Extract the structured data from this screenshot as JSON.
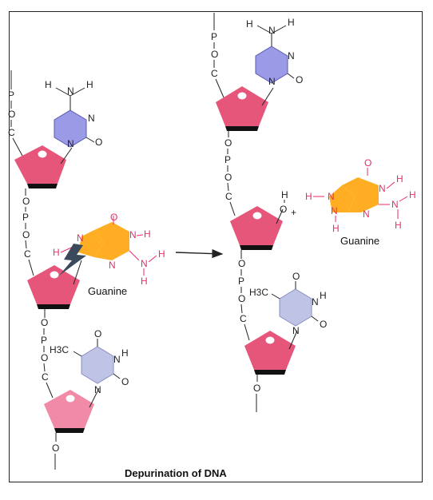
{
  "caption": "Depurination of DNA",
  "colors": {
    "sugar": "#e6557a",
    "sugar_light": "#f08aa6",
    "cytosine": "#9a9ae6",
    "guanine": "#ffae23",
    "thymine": "#bfc3e6",
    "atom_highlight": "#ee2a6a",
    "bond": "#222222",
    "damage": "#3a4a5c"
  },
  "left_strand": {
    "backbone_top": [
      "P",
      "O",
      "C"
    ],
    "cytosine": {
      "amine_h1": "H",
      "amine_n": "N",
      "amine_h2": "H",
      "ring_n": "N",
      "ring_n1": "N",
      "carbonyl_o": "O"
    },
    "linker1": [
      "O",
      "P",
      "O",
      "C"
    ],
    "guanine": {
      "label": "Guanine",
      "n7": "N",
      "h8": "H",
      "o6": "O",
      "n1": "N",
      "h1": "H",
      "n3": "N",
      "n_amine": "N",
      "h_amine1": "H",
      "h_amine2": "H"
    },
    "linker2": [
      "O",
      "P",
      "O",
      "C"
    ],
    "thymine": {
      "methyl": "H3C",
      "o4": "O",
      "n3": "N",
      "h3": "H",
      "n1": "N",
      "o2": "O"
    },
    "terminal_o": "O"
  },
  "right_strand": {
    "backbone_top": [
      "P",
      "O",
      "C"
    ],
    "cytosine": {
      "amine_h1": "H",
      "amine_n": "N",
      "amine_h2": "H",
      "ring_n": "N",
      "ring_n1": "N",
      "carbonyl_o": "O"
    },
    "linker1": [
      "O",
      "P",
      "O",
      "C"
    ],
    "abasic": {
      "h": "H",
      "o": "O",
      "plus": "+"
    },
    "linker2": [
      "O",
      "P",
      "O",
      "C"
    ],
    "thymine": {
      "methyl": "H3C",
      "o4": "O",
      "n3": "N",
      "h3": "H",
      "n1": "N",
      "o2": "O"
    },
    "terminal_o": "O"
  },
  "free_guanine": {
    "label": "Guanine",
    "h9": "H",
    "n9": "N",
    "n7": "N",
    "h8": "H",
    "o6": "O",
    "n1": "N",
    "h1": "H",
    "n3": "N",
    "n_amine": "N",
    "h_amine1": "H",
    "h_amine2": "H"
  }
}
